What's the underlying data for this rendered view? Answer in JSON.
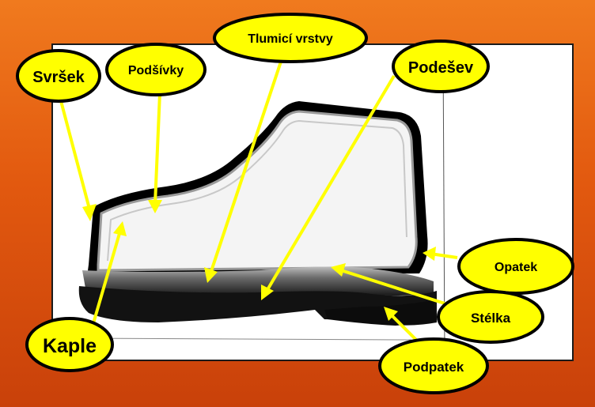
{
  "diagram": {
    "labels": {
      "svrsek": "Svršek",
      "podsivky": "Podšívky",
      "tlumici_vrstvy": "Tlumicí vrstvy",
      "podesev": "Podešev",
      "opatek": "Opatek",
      "stelka": "Stélka",
      "podpatek": "Podpatek",
      "kaple": "Kaple"
    },
    "colors": {
      "background_top": "#f07a1e",
      "background_bottom": "#c9410a",
      "panel": "#ffffff",
      "callout_fill": "#ffff00",
      "callout_border": "#000000",
      "arrow": "#ffff00",
      "boot_outline": "#000000",
      "sole": "#1a1a1a"
    }
  }
}
